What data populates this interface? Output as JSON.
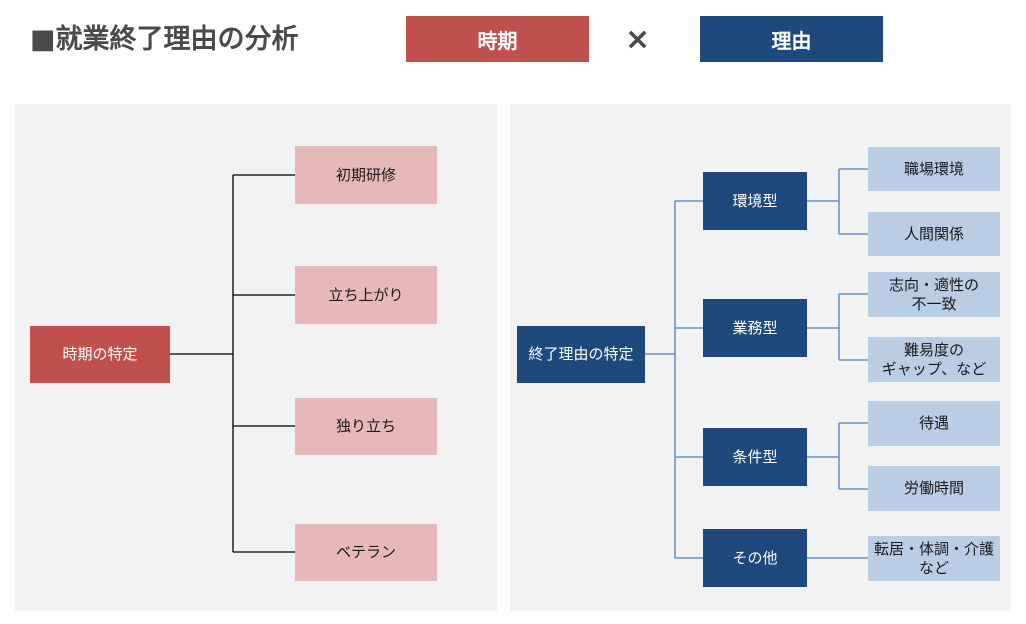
{
  "header": {
    "title": "■就業終了理由の分析",
    "tag_period": "時期",
    "times_symbol": "×",
    "tag_reason": "理由"
  },
  "period_tree": {
    "root": "時期の特定",
    "children": [
      "初期研修",
      "立ち上がり",
      "独り立ち",
      "ベテラン"
    ]
  },
  "reason_tree": {
    "root": "終了理由の特定",
    "groups": [
      {
        "label": "環境型",
        "items": [
          "職場環境",
          "人間関係"
        ]
      },
      {
        "label": "業務型",
        "items": [
          "志向・適性の\n不一致",
          "難易度の\nギャップ、など"
        ]
      },
      {
        "label": "条件型",
        "items": [
          "待遇",
          "労働時間"
        ]
      },
      {
        "label": "その他",
        "items": [
          "転居・体調・介護\nなど"
        ]
      }
    ]
  },
  "colors": {
    "red": "#c0504d",
    "pink": "#e6b8b7",
    "navy": "#1f497d",
    "light_blue": "#b9cde5",
    "panel_bg": "#f2f2f2",
    "left_connector": "#000000",
    "right_connector": "#4f81bd"
  }
}
